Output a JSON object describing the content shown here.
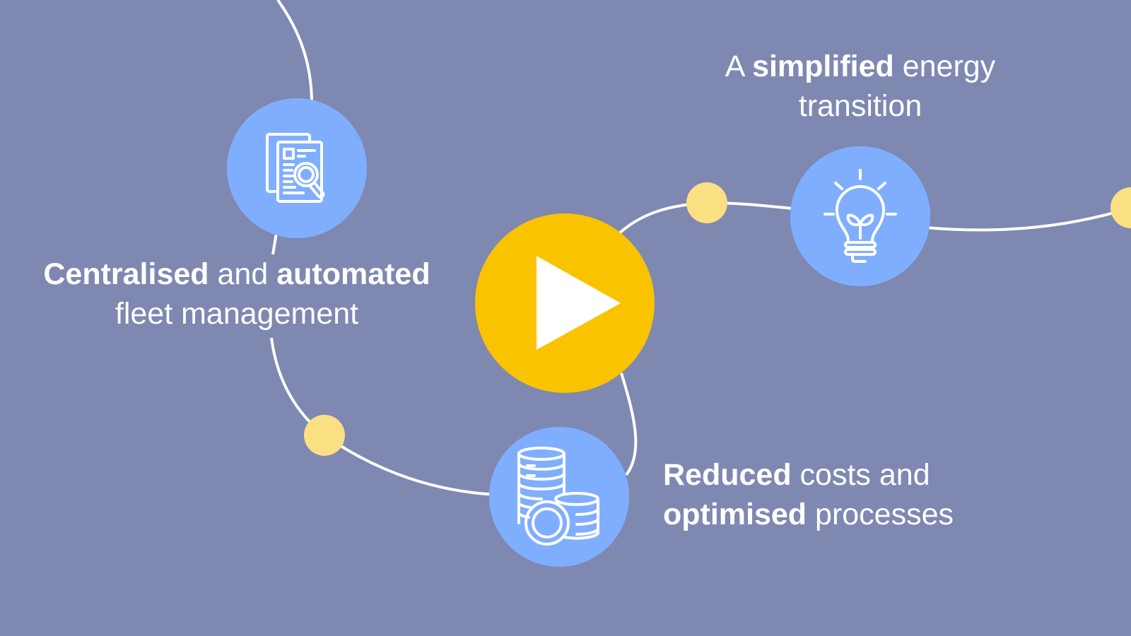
{
  "captions": {
    "fleet": {
      "bold1": "Centralised",
      "mid": " and ",
      "bold2": "automated",
      "line2": "fleet management"
    },
    "energy": {
      "pre": "A ",
      "bold": "simplified",
      "post": " energy",
      "line2": "transition"
    },
    "costs": {
      "bold1": "Reduced",
      "post1": " costs and",
      "bold2": "optimised",
      "post2": " processes"
    }
  },
  "play_button": {
    "icon": "play-icon"
  },
  "colors": {
    "background": "#7f88b1",
    "circle": "#80aefe",
    "play": "#f9c300",
    "dot": "#fbe083",
    "line": "#ffffff"
  }
}
